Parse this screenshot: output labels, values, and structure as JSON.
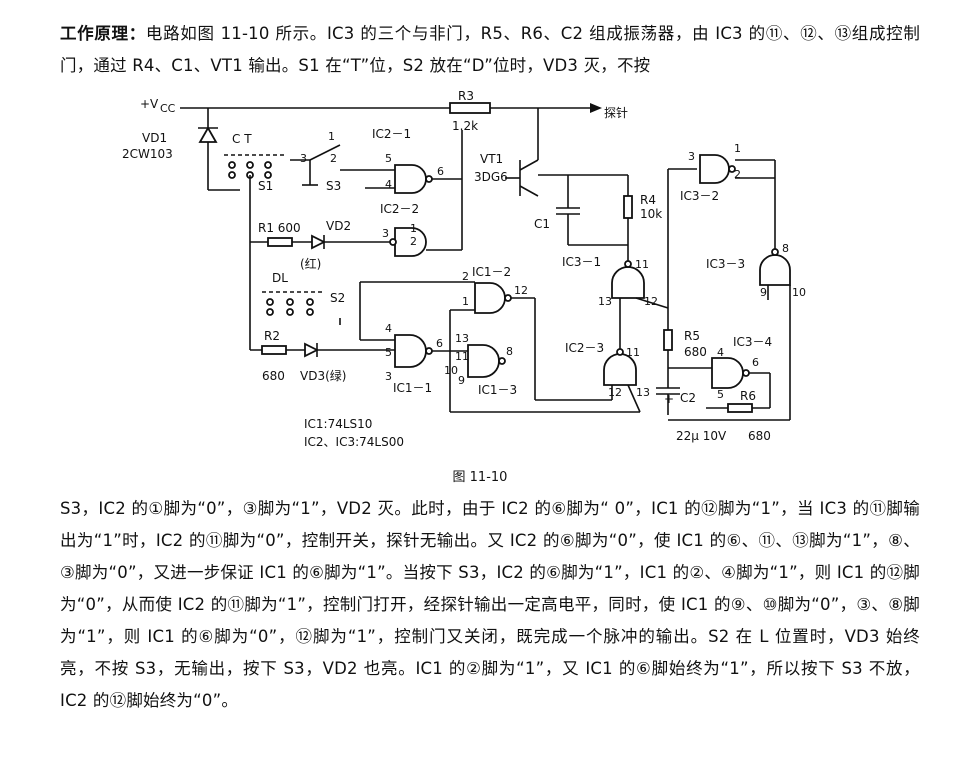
{
  "text": {
    "para1_lead": "工作原理：",
    "para1_body": "电路如图 11-10 所示。IC3 的三个与非门，R5、R6、C2 组成振荡器，由 IC3 的⑪、⑫、⑬组成控制门，通过 R4、C1、VT1 输出。S1 在“T”位，S2 放在“D”位时，VD3 灭，不按",
    "para2": "S3，IC2 的①脚为“0”，③脚为“1”，VD2 灭。此时，由于 IC2 的⑥脚为“ 0”，IC1 的⑫脚为“1”，当 IC3 的⑪脚输出为“1”时，IC2 的⑪脚为“0”，控制开关，探针无输出。又 IC2 的⑥脚为“0”，使 IC1 的⑥、⑪、⑬脚为“1”，⑧、③脚为“0”，又进一步保证 IC1 的⑥脚为“1”。当按下 S3，IC2 的⑥脚为“1”，IC1 的②、④脚为“1”，则 IC1 的⑫脚为“0”，从而使 IC2 的⑪脚为“1”，控制门打开，经探针输出一定高电平，同时，使 IC1 的⑨、⑩脚为“0”，③、⑧脚为“1”，则 IC1 的⑥脚为“0”，⑫脚为“1”，控制门又关闭，既完成一个脉冲的输出。S2 在 L 位置时，VD3 始终亮，不按 S3，无输出，按下 S3，VD2 也亮。IC1 的②脚为“1”，又 IC1 的⑥脚始终为“1”，所以按下 S3 不放，IC2 的⑫脚始终为“0”。"
  },
  "figure": {
    "caption": "图 11-10",
    "labels": {
      "vcc": "+V",
      "vcc_sub": "CC",
      "r3": "R3",
      "r3_val": "1.2k",
      "probe": "探针",
      "vd1": "VD1",
      "vd1_part": "2CW103",
      "s1_ct": "C  T",
      "s1": "S1",
      "ic2_1": "IC2－1",
      "s3": "S3",
      "ic2_2": "IC2－2",
      "r1": "R1 600",
      "vd2": "VD2",
      "red": "(红)",
      "dl": "DL",
      "s2": "S2",
      "r2": "R2",
      "r2_val": "680",
      "vd3": "VD3(绿)",
      "ic1_1": "IC1－1",
      "ic1_2": "IC1－2",
      "ic1_3": "IC1－3",
      "vt1": "VT1",
      "vt1_part": "3DG6",
      "c1": "C1",
      "r4": "R4",
      "r4_val": "10k",
      "ic3_1": "IC3－1",
      "ic2_3": "IC2－3",
      "ic3_2": "IC3－2",
      "ic3_3": "IC3－3",
      "ic3_4": "IC3－4",
      "r5": "R5",
      "r5_val": "680",
      "c2": "C2",
      "c2_val": "22μ 10V",
      "r6": "R6",
      "r6_val": "680",
      "ic1_type": "IC1:74LS10",
      "ic23_type": "IC2、IC3:74LS00"
    },
    "pins": [
      "1",
      "2",
      "3",
      "4",
      "5",
      "6",
      "1",
      "2",
      "3",
      "2",
      "1",
      "12",
      "4",
      "5",
      "6",
      "13",
      "11",
      "10",
      "8",
      "9",
      "3",
      "11",
      "13",
      "12",
      "11",
      "12",
      "13",
      "3",
      "1",
      "2",
      "8",
      "9",
      "10",
      "4",
      "5",
      "6",
      "3"
    ]
  }
}
